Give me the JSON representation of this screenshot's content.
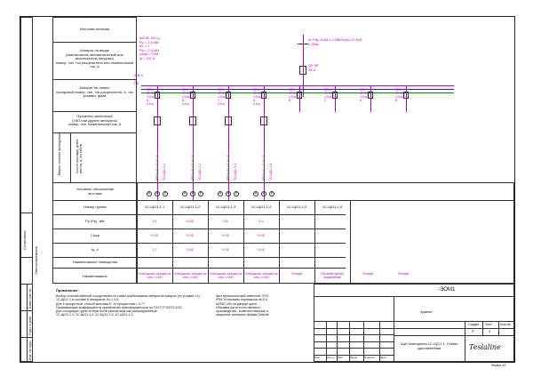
{
  "left_labels": {
    "source": "Источник питания",
    "input_device": "Аппарат на вводе\n(выключатель автоматический или\nвыключатель нагрузки)\nномер, тип, ток расцепителя или номинальный\nток, А",
    "line_device": "Аппарат на линии:\nпередовой номер, тип, ток расцепителя, А, ток\nуставки, фаза",
    "starter": "Пускатель магнитный\n(УЗО или другие аппараты)\nномер, тип, номинальный ток, А",
    "cable_mark": "Марка, сечение проводника",
    "cable_method": "Способ прокладки, длина\nучастка, м, тип кабеля",
    "plan_symbol": "Условное обозначение\nна плане",
    "group_no": "Номер группы",
    "power": "Ру (Рр), кВт",
    "cos": "Cosφ",
    "current": "Iр, А",
    "room_name": "Наименование помещения",
    "load_name": "Наименование"
  },
  "side_labels": {
    "consumers": "Электроприёмники",
    "agreed": "Согласовано",
    "inv": "Инв. № подл.",
    "sign_date": "Подп. и дата",
    "replace_inv": "Взам. инв. №"
  },
  "source_params": "400 В, 50 Гц\nРу = 2,4 кВт\nКс = 1\nРр = 2,4 кВт\ncosφ = 0,95\nIр = 3,8 А",
  "input_cable": "от РЩ-ЭОМ 1-1 ВВГнг(А)-LS 5x4\nL=50м",
  "input_breaker": "QF 3P\n25 А",
  "busbar": "A,B,C\nN\nPE",
  "groups": [
    {
      "qf": "QF1\n1P C10\n4,5 кА\nA\n0,6 A",
      "kl": "1С-ЩО1.1-1",
      "cable": "ВВГнг(А)-LS 3x1,5",
      "no": "1С-ЩО1.1-1",
      "p": "1,1",
      "cos": "0,95",
      "i": "1,7",
      "name": "Освещение склада на\nотм. 0,000"
    },
    {
      "qf": "QF2\n1P C10\n4,5 кА\nB\n0,6 A",
      "kl": "1С-ЩО1.1-2",
      "cable": "ВВГнг(А)-LS 3x1,5",
      "no": "1С-ЩО1.1-2",
      "p": "0,55",
      "cos": "0,95",
      "i": "0,81",
      "name": "Освещение склада на\nотм. 0,000"
    },
    {
      "qf": "QF3\n1P C10\n4,5 кА\nC\n0,6 A",
      "kl": "1С-ЩО1.1-3",
      "cable": "ВВГнг(А)-LS 3x1,5",
      "no": "1С-ЩО1.1-3",
      "p": "0,6",
      "cos": "0,95",
      "i": "0,91",
      "name": "Освещение склада на\nотм. 0,000"
    },
    {
      "qf": "QF4\n1P C10\n4,5 кА\nA\n0,6 A",
      "kl": "1С-ЩО1.1-4",
      "cable": "ВВГнг(А)-LS 3x1,5",
      "no": "1С-ЩО1.1-4",
      "p": "0,4",
      "cos": "0,95",
      "i": "0,61",
      "name": "Освещение склада на\nотм. 0,000"
    },
    {
      "qf": "QF5\n1P C10\n4,5 кА\nB",
      "kl": "",
      "cable": "",
      "no": "1С-ЩО1.1-5",
      "p": "",
      "cos": "",
      "i": "",
      "name": "Резерв"
    },
    {
      "qf": "QF6\n1P C10\n4,5 кА\nC",
      "kl": "",
      "cable": "",
      "no": "1С-ЩО1.1-6",
      "p": "",
      "cos": "",
      "i": "",
      "name": "Питание цепей\nуправления"
    },
    {
      "qf": "QF7\n1P C10\n4,5 кА\nA",
      "kl": "",
      "cable": "",
      "no": "",
      "p": "",
      "cos": "",
      "i": "",
      "name": "Резерв"
    },
    {
      "qf": "QF8\n1P C10\n4,5 кА\nB",
      "kl": "",
      "cable": "",
      "no": "",
      "p": "",
      "cos": "",
      "i": "",
      "name": "Резерв"
    }
  ],
  "notes_title": "Примечание:",
  "notes": "Выбор сечений кабелей осуществлён по токам срабатывания аппаратов защиты (по уставке I.4).\n1С-ЩО1.1 в составе 8 аппаратов, Кс = 0,9.\nДля 4 процентной: способ монтажа Е, Кх процентная = 0,77.\nПринимающие коэффициенты применения трансформаторов по ГОСТ Р 50571.5.52.\nДля отходящих групп потери были рассчитаны как распределённые.\n1С-ЩО1.1-1; 1С-ЩО1.1-2; 1С-ЩО1.1-3; 1С-ЩО1.1-4.",
  "shield_note": "Щит металлический навесной, IP31\nIP54 Установить перемычки на 5 А\nМ2557-200 на дверце щита\nОбшивка щита естественного\nпроизводства . Комплектованные и\nзащитные аппараты фирмы Dekraft",
  "stamp": {
    "code": "-ЭОМ1",
    "building": "Здание",
    "stage_label": "Стадия",
    "sheet_label": "Лист",
    "sheets_label": "Листов",
    "stage": "Р",
    "sheet": "3",
    "title": "Щит освещения 1С-ЩО1.1. Схема\nоднолинейная",
    "company": "Teslaline",
    "format": "Формат А3",
    "cols": [
      "Изм.",
      "Кол.уч",
      "Лист",
      "№док",
      "Подпись",
      "Дата"
    ]
  },
  "colors": {
    "magenta": "#c000c0",
    "green": "#008a00",
    "blue": "#1a1aff"
  },
  "icons": {
    "lamp": "lamp-symbol-icon"
  }
}
